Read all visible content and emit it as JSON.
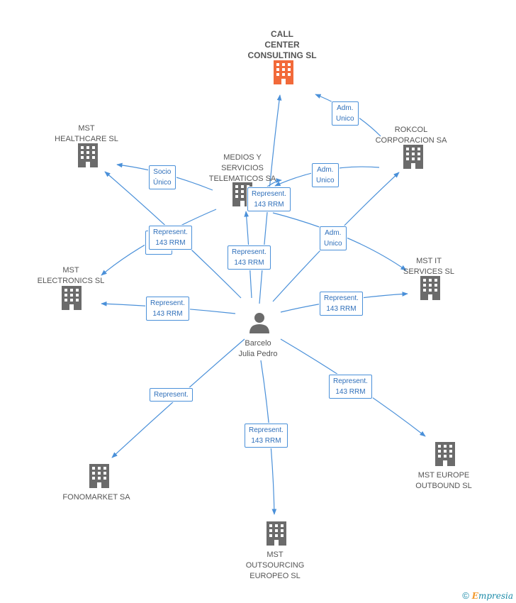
{
  "colors": {
    "edge": "#4a90d9",
    "building": "#6b6b6b",
    "main_building": "#f26a3a",
    "person": "#6b6b6b"
  },
  "nodes": {
    "call_center": {
      "label": [
        "CALL",
        "CENTER",
        "CONSULTING SL"
      ],
      "icon": "building-icon"
    },
    "medios": {
      "label": [
        "MEDIOS Y",
        "SERVICIOS",
        "TELEMATICOS SA"
      ],
      "icon": "building-icon"
    },
    "rokcol": {
      "label": [
        "ROKCOL",
        "CORPORACION SA"
      ],
      "icon": "building-icon"
    },
    "mst_healthcare": {
      "label": [
        "MST",
        "HEALTHCARE SL"
      ],
      "icon": "building-icon"
    },
    "mst_electronics": {
      "label": [
        "MST",
        "ELECTRONICS SL"
      ],
      "icon": "building-icon"
    },
    "mst_it": {
      "label": [
        "MST IT",
        "SERVICES SL"
      ],
      "icon": "building-icon"
    },
    "person": {
      "label": [
        "Barcelo",
        "Julia Pedro"
      ],
      "icon": "person-icon"
    },
    "fonomarket": {
      "label": [
        "FONOMARKET SA"
      ],
      "icon": "building-icon"
    },
    "mst_outsourcing": {
      "label": [
        "MST",
        "OUTSOURCING",
        "EUROPEO SL"
      ],
      "icon": "building-icon"
    },
    "mst_europe": {
      "label": [
        "MST EUROPE",
        "OUTBOUND SL"
      ],
      "icon": "building-icon"
    }
  },
  "edges": [
    {
      "id": "rokcol_callcenter",
      "label": [
        "Adm.",
        "Unico"
      ]
    },
    {
      "id": "rokcol_medios",
      "label": [
        "Adm.",
        "Unico"
      ]
    },
    {
      "id": "medios_healthcare",
      "label": [
        "Socio",
        "Único"
      ]
    },
    {
      "id": "medios_callcenter",
      "label": [
        "Represent.",
        "143 RRM"
      ]
    },
    {
      "id": "medios_electronics",
      "label": [
        "Socio",
        "Único"
      ]
    },
    {
      "id": "person_healthcare",
      "label": [
        "Represent.",
        "143 RRM"
      ]
    },
    {
      "id": "person_medios",
      "label": [
        "Represent.",
        "143 RRM"
      ]
    },
    {
      "id": "medios_it",
      "label": [
        "Adm.",
        "Unico"
      ]
    },
    {
      "id": "person_rokcol",
      "label": []
    },
    {
      "id": "person_electronics",
      "label": [
        "Represent.",
        "143 RRM"
      ]
    },
    {
      "id": "person_it",
      "label": [
        "Represent.",
        "143 RRM"
      ]
    },
    {
      "id": "person_callcenter",
      "label": []
    },
    {
      "id": "person_fonomarket",
      "label": [
        "Represent."
      ]
    },
    {
      "id": "person_outsourcing",
      "label": [
        "Represent.",
        "143 RRM"
      ]
    },
    {
      "id": "person_europe",
      "label": [
        "Represent.",
        "143 RRM"
      ]
    }
  ],
  "brand": {
    "copyright": "©",
    "name_initial": "E",
    "name_rest": "mpresia"
  }
}
